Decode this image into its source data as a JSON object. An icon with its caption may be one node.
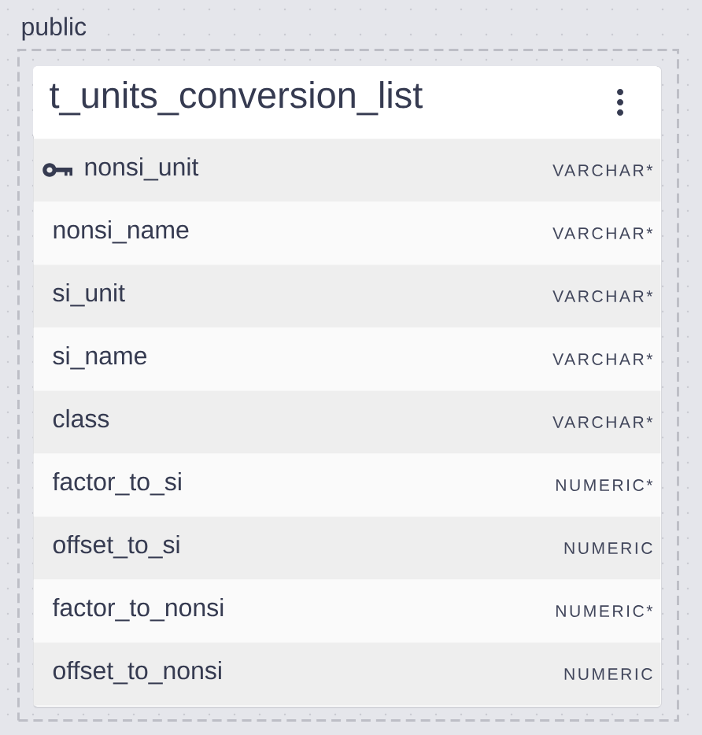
{
  "diagram": {
    "nodes": [
      {
        "text": [
          "public"
        ]
      },
      {
        "text": [
          "t_units_conversion_list"
        ],
        "in": 0
      },
      {
        "text": [
          "nonsi_unit",
          "VARCHAR*"
        ],
        "in": 1
      },
      {
        "text": [
          "nonsi_name",
          "VARCHAR*"
        ],
        "in": 1
      },
      {
        "text": [
          "si_unit",
          "VARCHAR*"
        ],
        "in": 1
      },
      {
        "text": [
          "si_name",
          "VARCHAR*"
        ],
        "in": 1
      },
      {
        "text": [
          "class",
          "VARCHAR*"
        ],
        "in": 1
      },
      {
        "text": [
          "factor_to_si",
          "NUMERIC*"
        ],
        "in": 1
      },
      {
        "text": [
          "offset_to_si",
          "NUMERIC"
        ],
        "in": 1
      },
      {
        "text": [
          "factor_to_nonsi",
          "NUMERIC*"
        ],
        "in": 1
      },
      {
        "text": [
          "offset_to_nonsi",
          "NUMERIC"
        ],
        "in": 1
      }
    ]
  }
}
